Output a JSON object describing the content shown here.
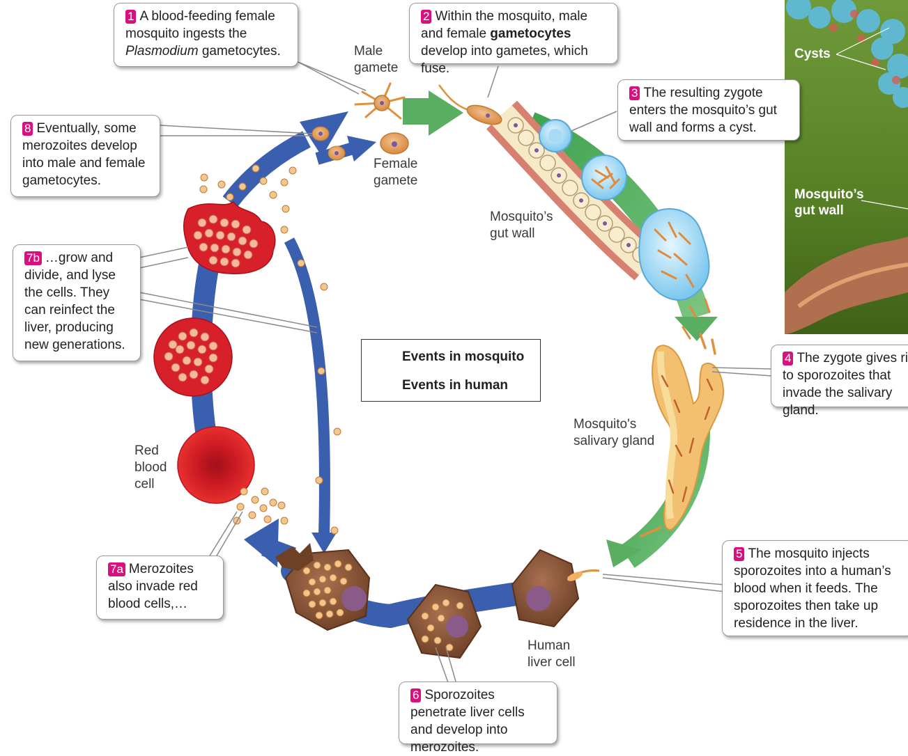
{
  "steps": [
    {
      "num": "1",
      "pre": "A blood-feeding female mosquito ingests the ",
      "em": "Plasmodium",
      "post": " gametocytes."
    },
    {
      "num": "2",
      "pre": "Within the mosquito, male and female ",
      "strong": "gametocytes",
      "post": " develop into gametes, which fuse."
    },
    {
      "num": "3",
      "text": "The resulting zygote enters the mosquito’s gut wall and forms a cyst."
    },
    {
      "num": "4",
      "text": "The zygote gives rise to sporozoites that invade the salivary gland."
    },
    {
      "num": "5",
      "text": "The mosquito injects sporozoites into a human’s blood when it feeds. The sporozoites then take up residence in the liver."
    },
    {
      "num": "6",
      "text": "Sporozoites penetrate liver cells and develop into merozoites."
    },
    {
      "num": "7a",
      "text": "Merozoites also invade red blood cells,…"
    },
    {
      "num": "7b",
      "text": "…grow and divide, and lyse the cells. They can reinfect the liver, producing new generations."
    },
    {
      "num": "8",
      "text": "Eventually, some merozoites develop into male and female gametocytes."
    }
  ],
  "labels": {
    "male_gamete": "Male gamete",
    "female_gamete": "Female gamete",
    "gut_wall": "Mosquito’s gut wall",
    "salivary_gland": "Mosquito's salivary gland",
    "red_blood_cell": "Red blood cell",
    "liver_cell": "Human liver cell"
  },
  "legend": {
    "mosquito": "Events in mosquito",
    "human": "Events in human",
    "mosquito_color": "#5aae62",
    "human_color": "#3a5fae"
  },
  "photo": {
    "cysts": "Cysts",
    "gut_wall": "Mosquito’s gut wall"
  },
  "colors": {
    "badge": "#d9107e",
    "rbc": "#d8202a",
    "liver": "#8a5a3a",
    "gamete": "#f0a050"
  }
}
